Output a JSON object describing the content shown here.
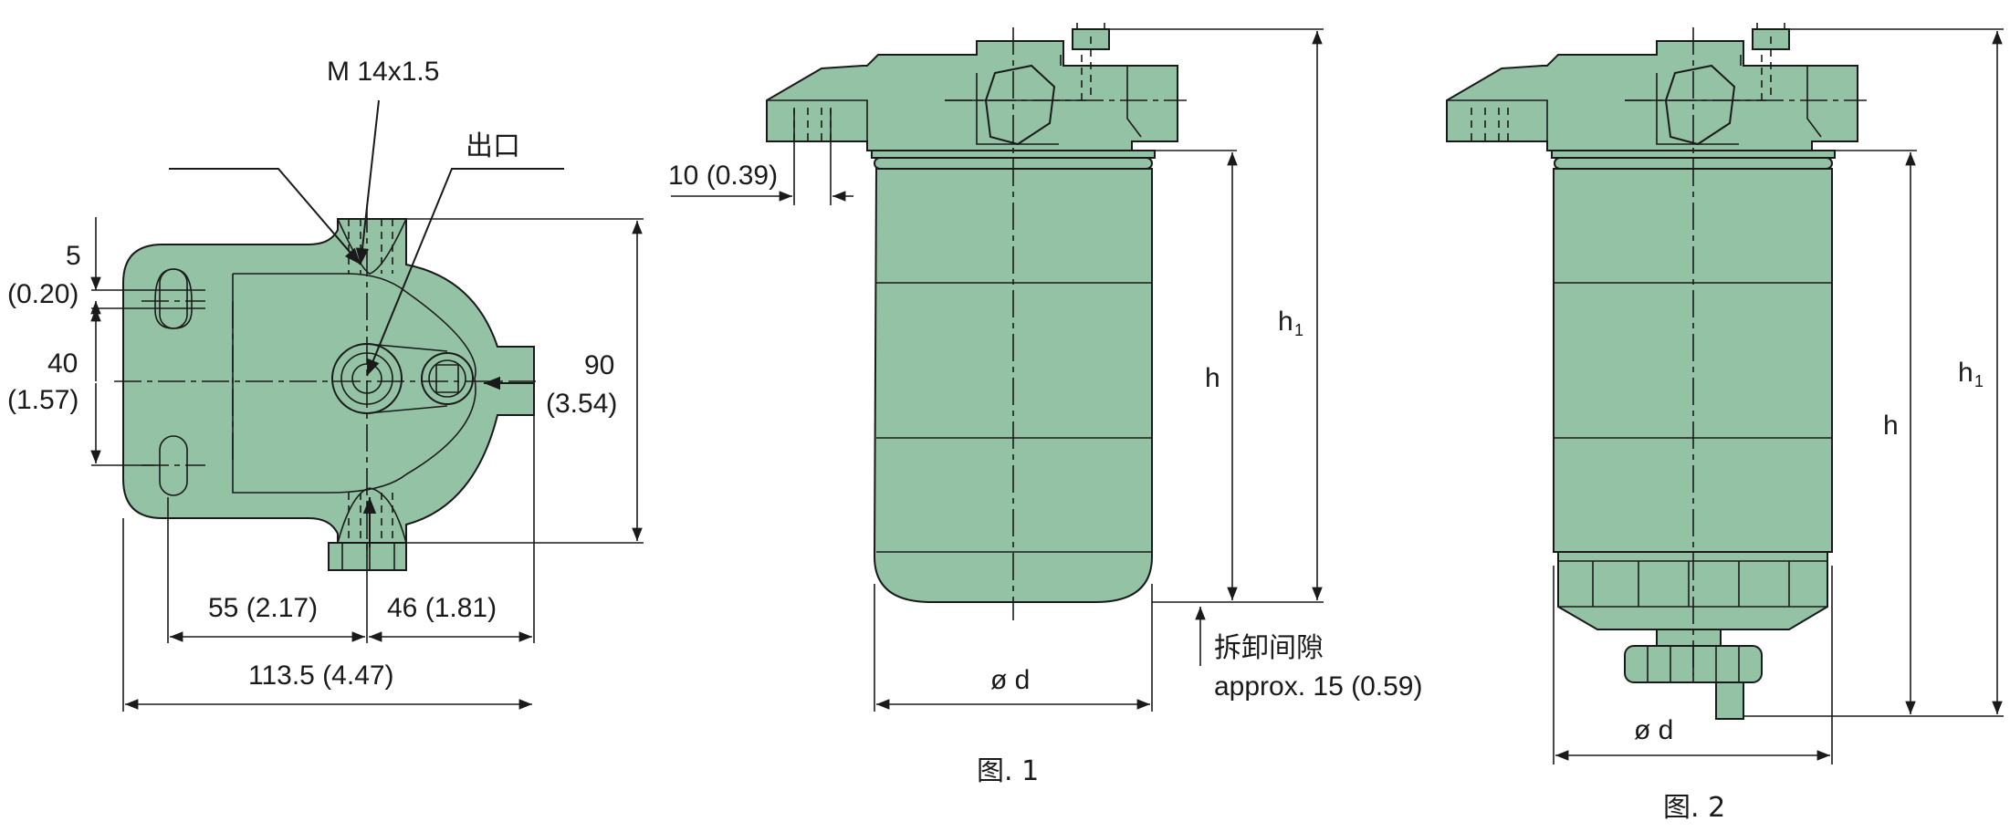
{
  "plan_view": {
    "thread_label": "M 14x1.5",
    "outlet_label": "出口",
    "dim_5": "5",
    "dim_5_in": "(0.20)",
    "dim_40": "40",
    "dim_40_in": "(1.57)",
    "dim_90": "90",
    "dim_90_in": "(3.54)",
    "dim_55": "55 (2.17)",
    "dim_46": "46 (1.81)",
    "dim_113": "113.5 (4.47)"
  },
  "fig1": {
    "dim_10": "10 (0.39)",
    "h_label": "h",
    "h1_label": "h",
    "h1_sub": "1",
    "d_label": "ø d",
    "clearance_cn": "拆卸间隙",
    "clearance_en": "approx. 15 (0.59)",
    "caption": "图. 1"
  },
  "fig2": {
    "h_label": "h",
    "h1_label": "h",
    "h1_sub": "1",
    "d_label": "ø d",
    "caption": "图. 2"
  }
}
